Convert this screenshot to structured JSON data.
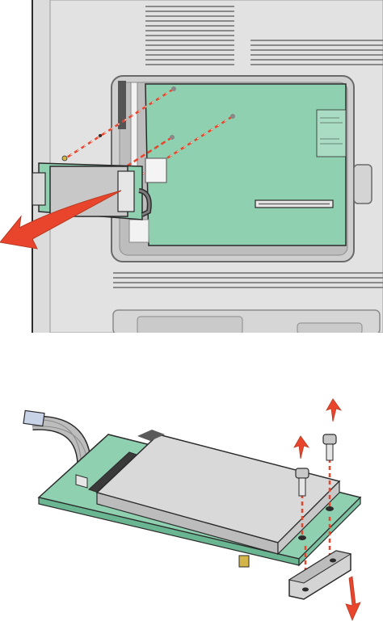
{
  "figure": {
    "panels": [
      {
        "id": "remove-hard-disk-from-board",
        "arrow": "red-arrow-left"
      },
      {
        "id": "remove-screws-and-bracket",
        "arrows": [
          "red-arrow-up",
          "red-arrow-up",
          "red-arrow-down"
        ]
      }
    ]
  },
  "colors": {
    "board_green": "#8fd0b0",
    "board_outline": "#2b2b2b",
    "enclosure_gray": "#d9d9d9",
    "disk_gray": "#c8c8c8",
    "arrow_red": "#e8452c",
    "vent_gray": "#8a8a8a"
  }
}
